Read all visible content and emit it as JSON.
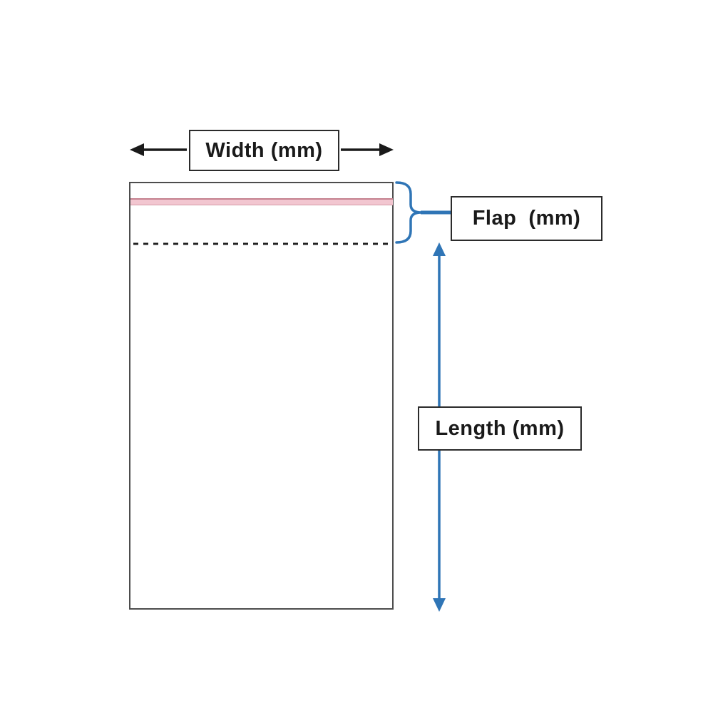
{
  "diagram": {
    "title": "bag-dimension-diagram",
    "width_label": "Width (mm)",
    "flap_label": "Flap  (mm)",
    "length_label": "Length (mm)",
    "colors": {
      "accent_blue": "#2f75b6",
      "arrow_black": "#1a1a1a",
      "strip_pink": "#f2c6d0",
      "strip_edge": "#c4808e",
      "bag_outline": "#4d4d4d"
    }
  }
}
